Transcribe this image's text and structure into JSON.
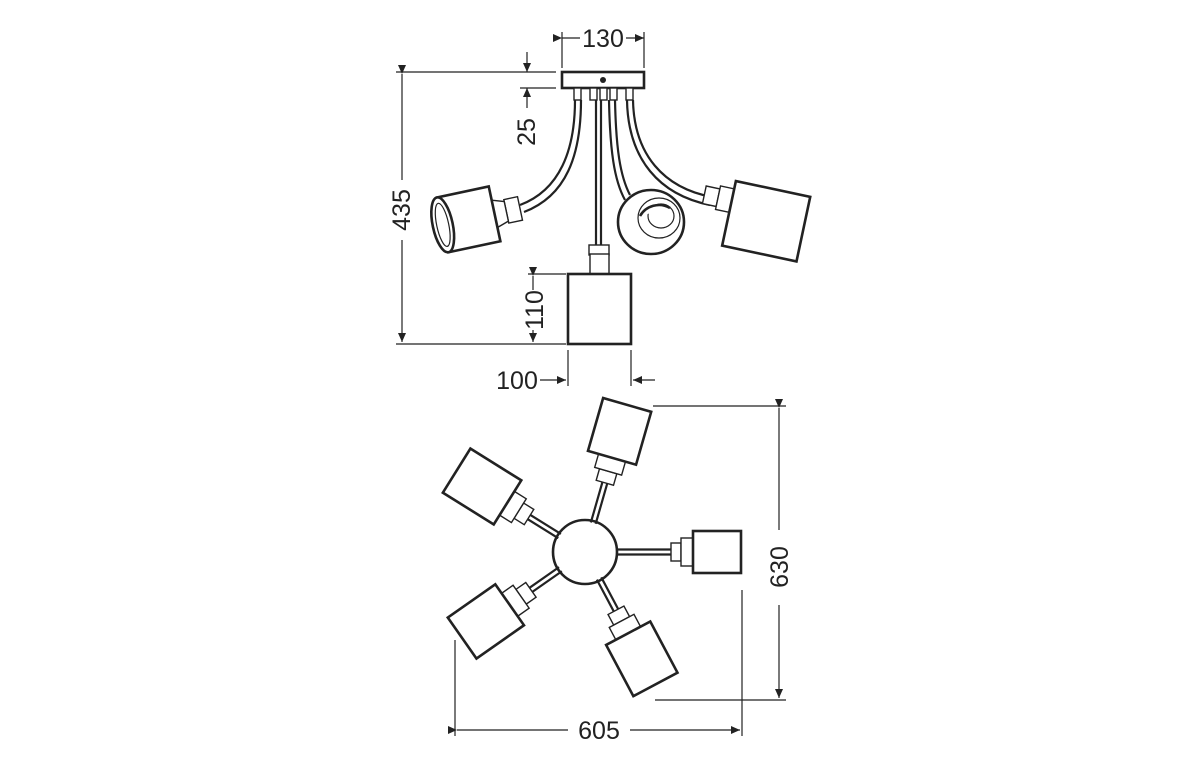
{
  "dimensions": {
    "canopy_width": "130",
    "canopy_height": "25",
    "total_height": "435",
    "shade_height": "110",
    "shade_width": "100",
    "total_width": "605",
    "total_depth": "630"
  },
  "colors": {
    "line": "#222222",
    "background": "#ffffff"
  }
}
